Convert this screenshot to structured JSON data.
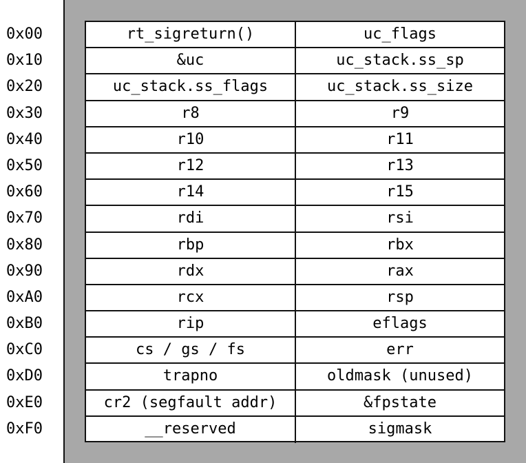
{
  "colors": {
    "frame_background": "#a8a8a8",
    "table_background": "#ffffff",
    "border": "#111111",
    "text": "#000000"
  },
  "rows": [
    {
      "offset": "0x00",
      "left": "rt_sigreturn()",
      "right": "uc_flags"
    },
    {
      "offset": "0x10",
      "left": "&uc",
      "right": "uc_stack.ss_sp"
    },
    {
      "offset": "0x20",
      "left": "uc_stack.ss_flags",
      "right": "uc_stack.ss_size"
    },
    {
      "offset": "0x30",
      "left": "r8",
      "right": "r9"
    },
    {
      "offset": "0x40",
      "left": "r10",
      "right": "r11"
    },
    {
      "offset": "0x50",
      "left": "r12",
      "right": "r13"
    },
    {
      "offset": "0x60",
      "left": "r14",
      "right": "r15"
    },
    {
      "offset": "0x70",
      "left": "rdi",
      "right": "rsi"
    },
    {
      "offset": "0x80",
      "left": "rbp",
      "right": "rbx"
    },
    {
      "offset": "0x90",
      "left": "rdx",
      "right": "rax"
    },
    {
      "offset": "0xA0",
      "left": "rcx",
      "right": "rsp"
    },
    {
      "offset": "0xB0",
      "left": "rip",
      "right": "eflags"
    },
    {
      "offset": "0xC0",
      "left": "cs / gs / fs",
      "right": "err"
    },
    {
      "offset": "0xD0",
      "left": "trapno",
      "right": "oldmask (unused)"
    },
    {
      "offset": "0xE0",
      "left": "cr2 (segfault addr)",
      "right": "&fpstate"
    },
    {
      "offset": "0xF0",
      "left": "__reserved",
      "right": "sigmask"
    }
  ]
}
